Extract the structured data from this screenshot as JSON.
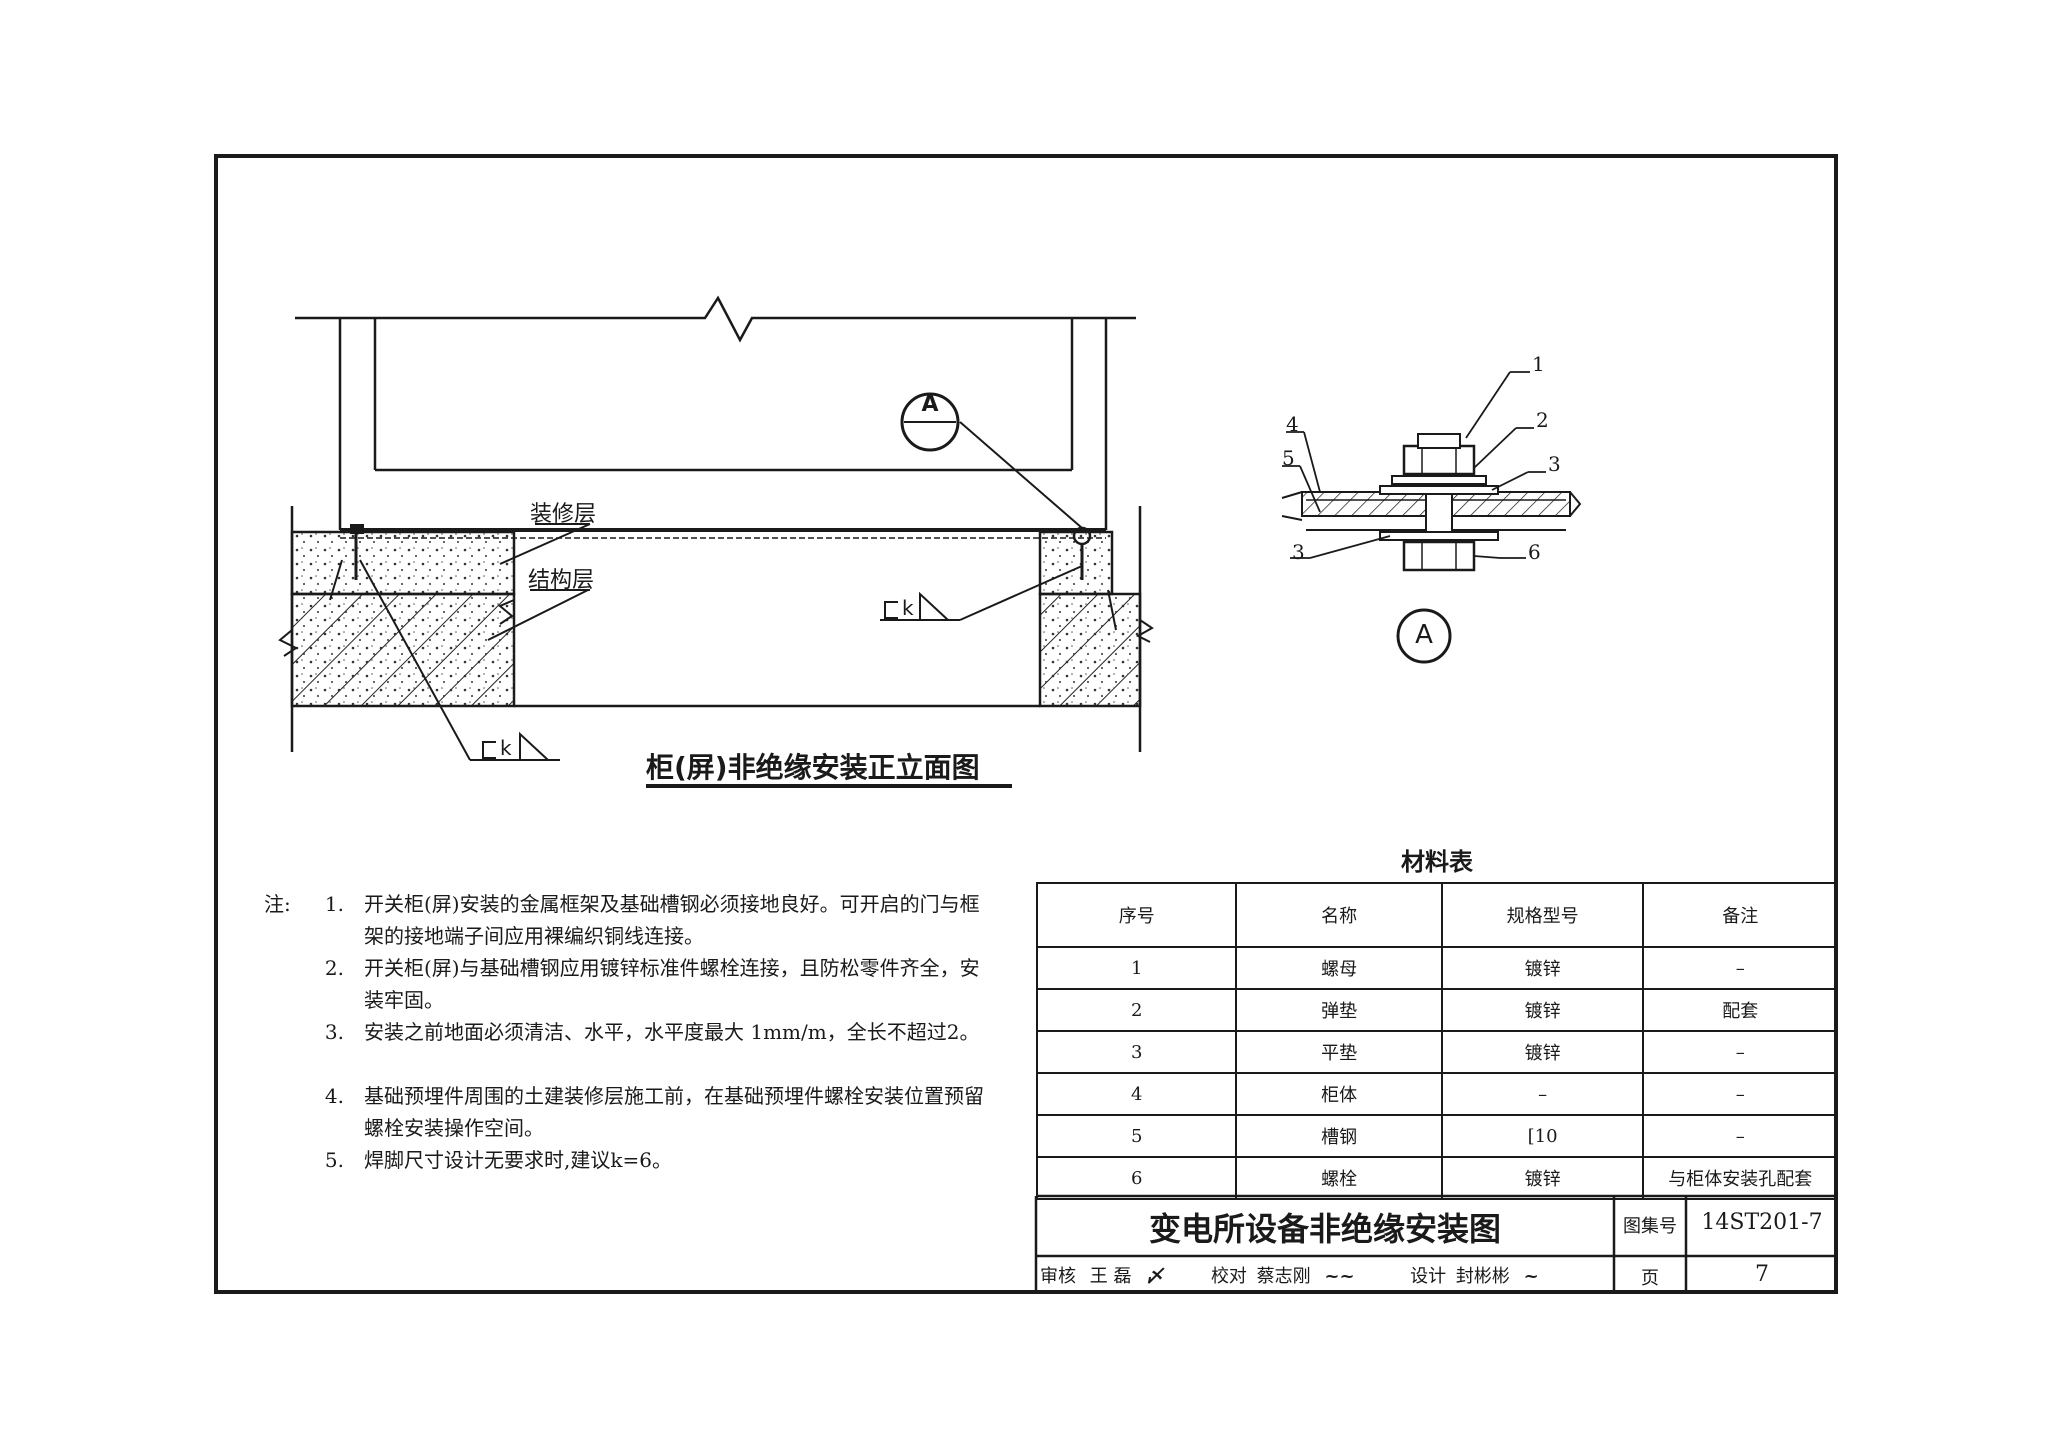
{
  "elevation": {
    "title": "柜(屏)非绝缘安装正立面图",
    "label_finish": "装修层",
    "label_structure": "结构层",
    "weld_mark": "k",
    "callout_letter": "A",
    "callout_sub": "—"
  },
  "detail": {
    "title_letter": "A",
    "part_numbers": [
      "1",
      "2",
      "3",
      "4",
      "5",
      "3",
      "6"
    ]
  },
  "notes": {
    "prefix": "注:",
    "items": [
      {
        "num": "1.",
        "text": "开关柜(屏)安装的金属框架及基础槽钢必须接地良好。可开启的门与框架的接地端子间应用裸编织铜线连接。"
      },
      {
        "num": "2.",
        "text": "开关柜(屏)与基础槽钢应用镀锌标准件螺栓连接，且防松零件齐全，安装牢固。"
      },
      {
        "num": "3.",
        "text": "安装之前地面必须清洁、水平，水平度最大 1mm/m，全长不超过2。"
      },
      {
        "num": "4.",
        "text": "基础预埋件周围的土建装修层施工前，在基础预埋件螺栓安装位置预留螺栓安装操作空间。"
      },
      {
        "num": "5.",
        "text": "焊脚尺寸设计无要求时,建议k=6。"
      }
    ]
  },
  "material_table": {
    "title": "材料表",
    "headers": [
      "序号",
      "名称",
      "规格型号",
      "备注"
    ],
    "rows": [
      [
        "1",
        "螺母",
        "镀锌",
        "–"
      ],
      [
        "2",
        "弹垫",
        "镀锌",
        "配套"
      ],
      [
        "3",
        "平垫",
        "镀锌",
        "–"
      ],
      [
        "4",
        "柜体",
        "–",
        "–"
      ],
      [
        "5",
        "槽钢",
        "[10",
        "–"
      ],
      [
        "6",
        "螺栓",
        "镀锌",
        "与柜体安装孔配套"
      ]
    ]
  },
  "title_block": {
    "drawing_title": "变电所设备非绝缘安装图",
    "atlas_label": "图集号",
    "atlas_number": "14ST201-7",
    "review_label": "审核",
    "review_name": "王 磊",
    "check_label": "校对",
    "check_name": "蔡志刚",
    "design_label": "设计",
    "design_name": "封彬彬",
    "page_label": "页",
    "page_number": "7"
  }
}
